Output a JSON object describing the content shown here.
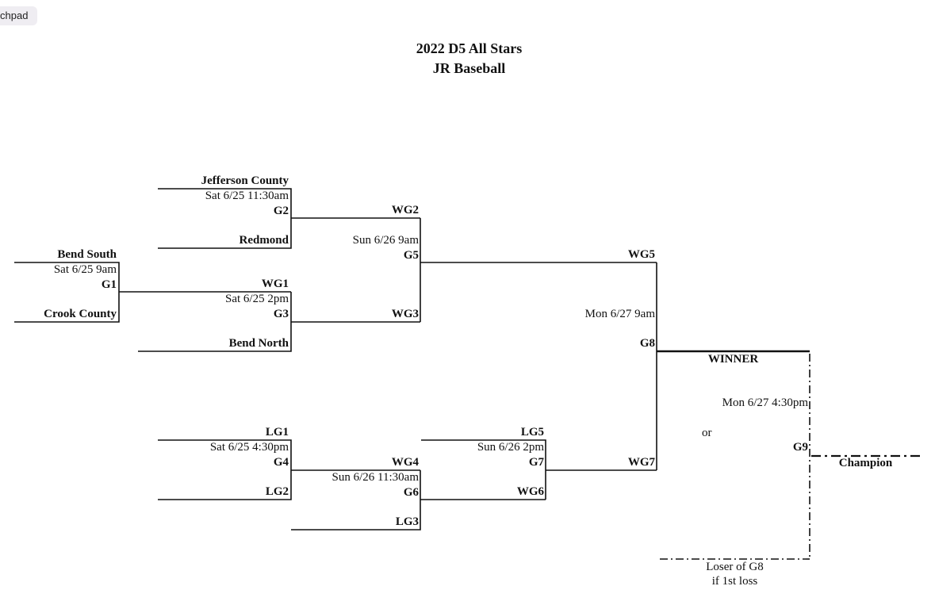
{
  "app": {
    "tab_label": "chpad"
  },
  "header": {
    "title_line1": "2022 D5 All Stars",
    "title_line2": "JR Baseball"
  },
  "bracket": {
    "games": {
      "g1": {
        "id": "G1",
        "time": "Sat 6/25  9am",
        "top": "Bend South",
        "bottom": "Crook County"
      },
      "g2": {
        "id": "G2",
        "time": "Sat 6/25 11:30am",
        "top": "Jefferson  County",
        "bottom": "Redmond"
      },
      "g3": {
        "id": "G3",
        "time": "Sat 6/25 2pm",
        "top": "WG1",
        "bottom": "Bend North"
      },
      "g4": {
        "id": "G4",
        "time": "Sat 6/25 4:30pm",
        "top": "LG1",
        "bottom": "LG2"
      },
      "g5": {
        "id": "G5",
        "time": "Sun 6/26 9am",
        "top": "WG2",
        "bottom": "WG3"
      },
      "g6": {
        "id": "G6",
        "time": "Sun 6/26 11:30am",
        "top": "WG4",
        "bottom": "LG3"
      },
      "g7": {
        "id": "G7",
        "time": "Sun 6/26 2pm",
        "top": "LG5",
        "bottom": "WG6"
      },
      "g8": {
        "id": "G8",
        "time": "Mon 6/27 9am",
        "top": "WG5",
        "bottom": "WG7"
      },
      "g9": {
        "id": "G9",
        "time": "Mon 6/27 4:30pm",
        "top": "WINNER",
        "or_label": "or",
        "bottom_line1": "Loser of G8",
        "bottom_line2": "if 1st loss"
      }
    },
    "champion_label": "Champion"
  }
}
